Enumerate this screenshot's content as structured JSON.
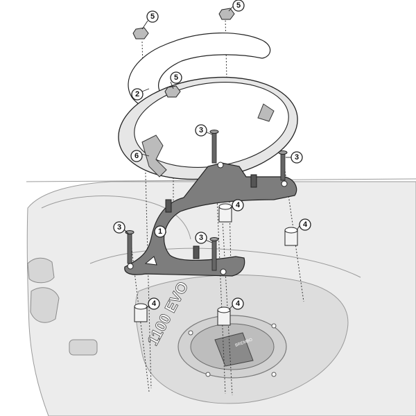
{
  "diagram": {
    "callouts": [
      {
        "id": "c5a",
        "label": "5"
      },
      {
        "id": "c5b",
        "label": "5"
      },
      {
        "id": "c5c",
        "label": "5"
      },
      {
        "id": "c2",
        "label": "2"
      },
      {
        "id": "c6",
        "label": "6"
      },
      {
        "id": "c3a",
        "label": "3"
      },
      {
        "id": "c3b",
        "label": "3"
      },
      {
        "id": "c3c",
        "label": "3"
      },
      {
        "id": "c3d",
        "label": "3"
      },
      {
        "id": "c1",
        "label": "1"
      },
      {
        "id": "c4a",
        "label": "4"
      },
      {
        "id": "c4b",
        "label": "4"
      },
      {
        "id": "c4c",
        "label": "4"
      },
      {
        "id": "c4d",
        "label": "4"
      }
    ],
    "tank_text": "1100 EVO",
    "cap_brand_text": "BREMBO"
  },
  "colors": {
    "bracket": "#7d7d7d",
    "tank": "#ececec",
    "outline": "#222222"
  }
}
